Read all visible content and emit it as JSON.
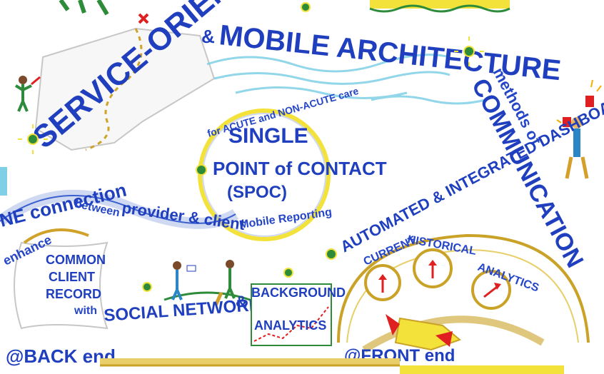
{
  "title": {
    "part1": "SERVICE-ORIENTED",
    "amp": "&",
    "part2": "MOBILE ARCHITECTURE",
    "part3": "methods of",
    "part4": "COMMUNICATION"
  },
  "spoc": {
    "arc_label": "for ACUTE and NON-ACUTE care",
    "line1": "SINGLE",
    "line2": "POINT of CONTACT",
    "line3": "(SPOC)",
    "footer": "Mobile Reporting"
  },
  "connection": {
    "line1": "NE connection",
    "line2": "between",
    "line3": "provider & client"
  },
  "client_record": {
    "enhance": "enhance",
    "line1": "COMMON",
    "line2": "CLIENT",
    "line3": "RECORD",
    "with": "with"
  },
  "social": {
    "label": "SOCIAL NETWORKING",
    "amp": "&",
    "line1": "BACKGROUND",
    "line2": "ANALYTICS"
  },
  "dashboard": {
    "title": "AUTOMATED & INTEGRATED DASHBOARD",
    "gauge1": "CURRENT",
    "gauge2": "HISTORICAL",
    "gauge3": "ANALYTICS"
  },
  "back_end": "@BACK end",
  "front_end": "@FRONT end",
  "colors": {
    "ink_blue": "#1f3fbf",
    "gold": "#c9a227",
    "red": "#e02020",
    "green": "#2e8b3a",
    "cyan": "#7fd0e6",
    "yellow": "#f3e23a"
  }
}
